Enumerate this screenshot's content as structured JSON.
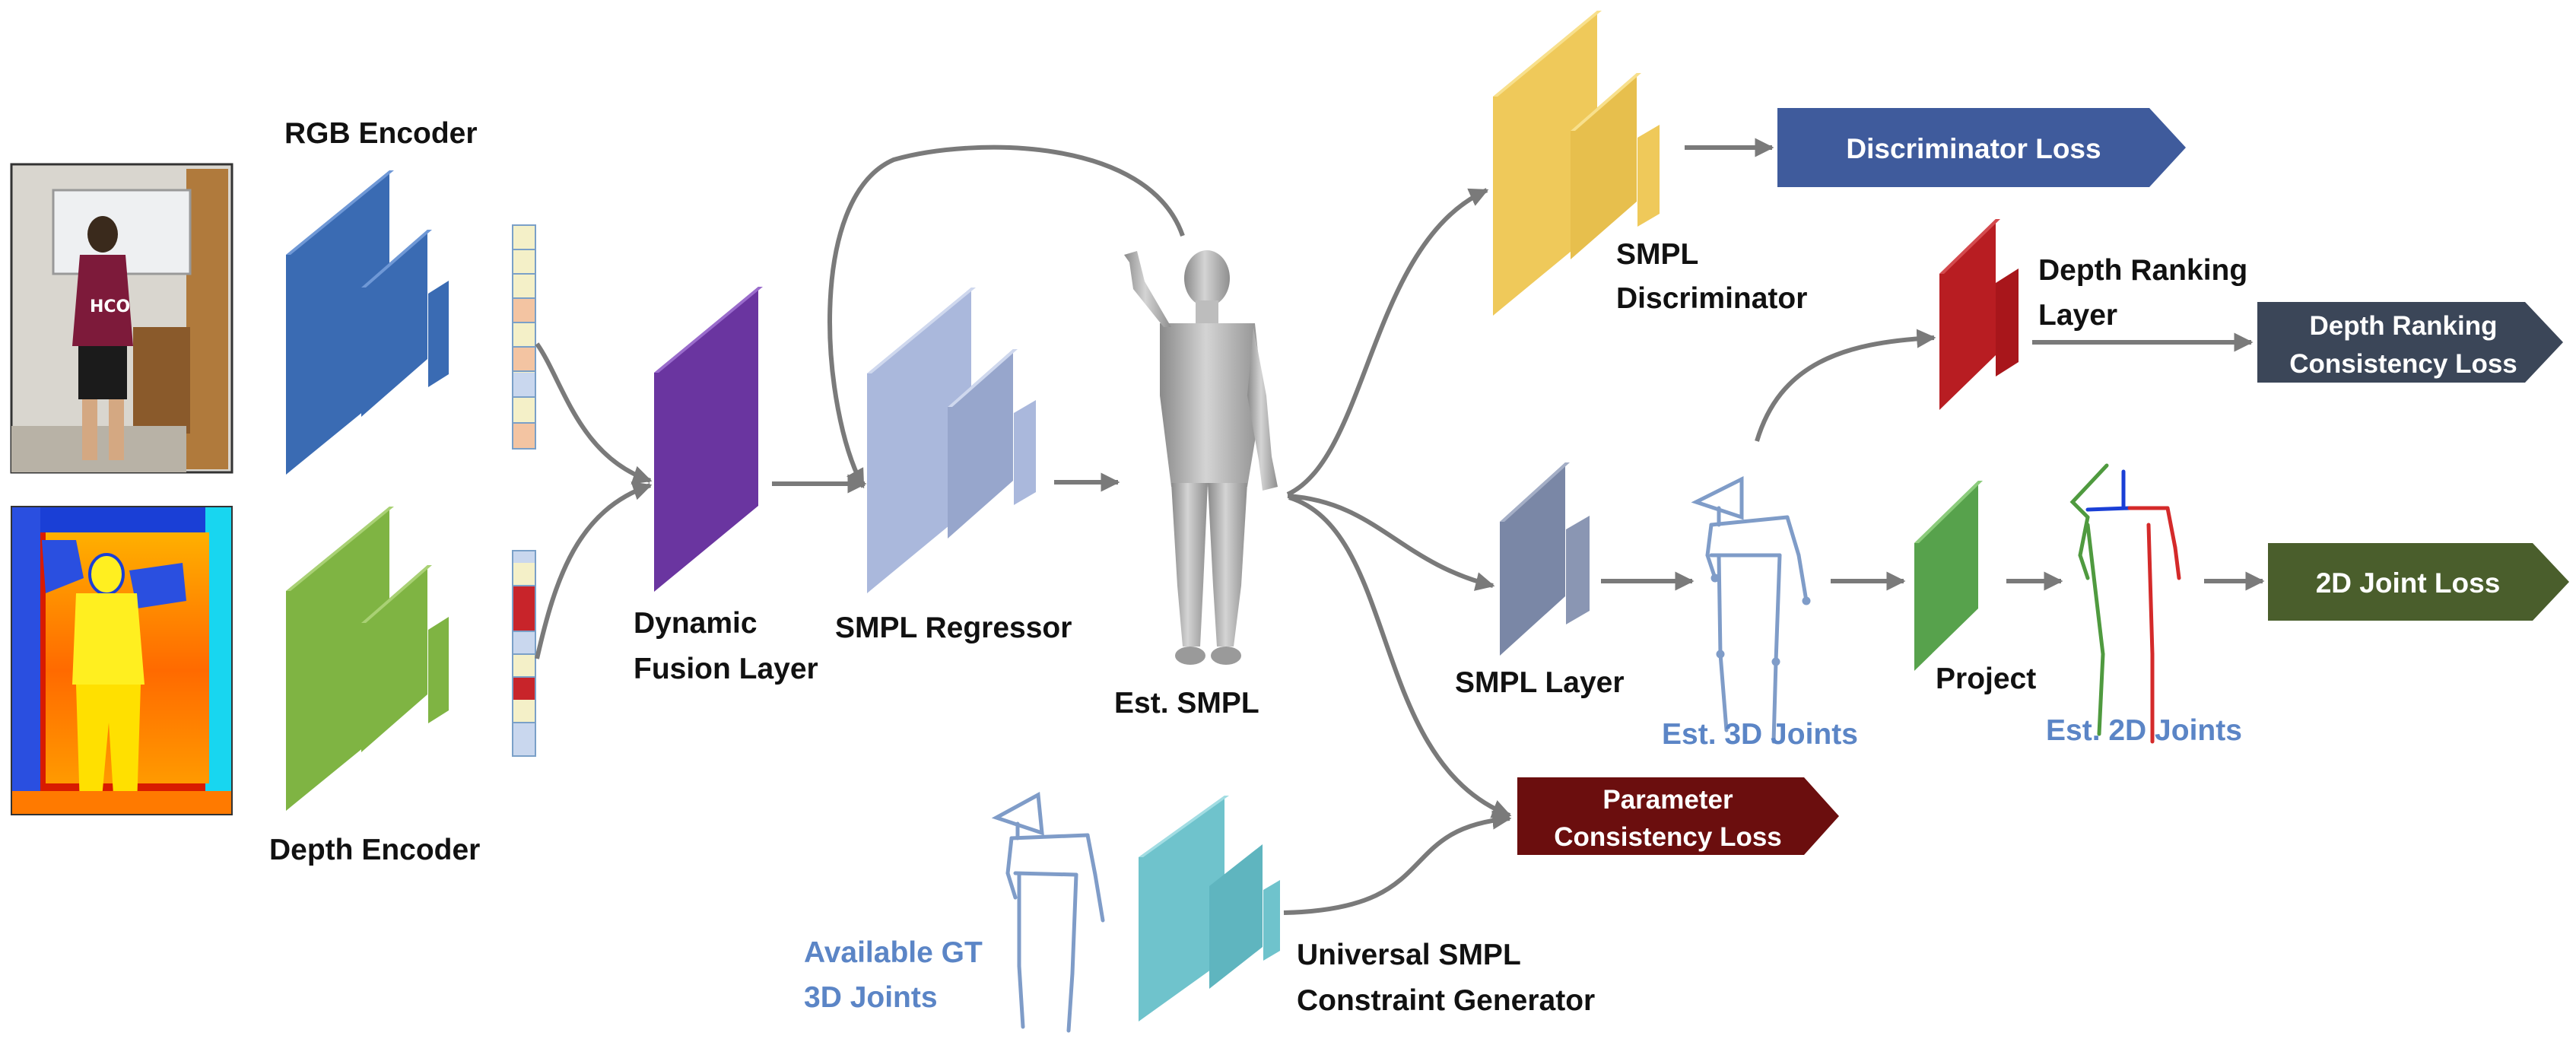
{
  "labels": {
    "rgb_encoder": "RGB Encoder",
    "depth_encoder": "Depth Encoder",
    "dynamic_fusion_1": "Dynamic",
    "dynamic_fusion_2": "Fusion Layer",
    "smpl_regressor": "SMPL Regressor",
    "est_smpl": "Est. SMPL",
    "smpl_discriminator_1": "SMPL",
    "smpl_discriminator_2": "Discriminator",
    "depth_ranking_layer_1": "Depth Ranking",
    "depth_ranking_layer_2": "Layer",
    "smpl_layer": "SMPL Layer",
    "est_3d_joints": "Est. 3D Joints",
    "project": "Project",
    "est_2d_joints": "Est. 2D Joints",
    "available_gt_1": "Available GT",
    "available_gt_2": "3D Joints",
    "universal_smpl_1": "Universal SMPL",
    "universal_smpl_2": "Constraint Generator"
  },
  "losses": {
    "discriminator": "Discriminator Loss",
    "depth_ranking_1": "Depth Ranking",
    "depth_ranking_2": "Consistency Loss",
    "joint_2d": "2D Joint Loss",
    "parameter_1": "Parameter",
    "parameter_2": "Consistency Loss"
  },
  "colors": {
    "rgb_encoder": "#3a6bb3",
    "depth_encoder": "#7fb443",
    "fusion": "#6a35a0",
    "regressor": "#aab8dc",
    "discriminator": "#efc95a",
    "depth_ranking": "#b81d22",
    "smpl_layer": "#7a87a6",
    "project": "#57a24c",
    "generator": "#6fc3cc",
    "loss_discriminator": "#3f5b9c",
    "loss_depth_ranking": "#3b4658",
    "loss_2d_joint": "#4a5e2c",
    "loss_parameter": "#6b0e0e",
    "joint_label_text": "#5b85c6",
    "arrow": "#7a7a7a"
  }
}
